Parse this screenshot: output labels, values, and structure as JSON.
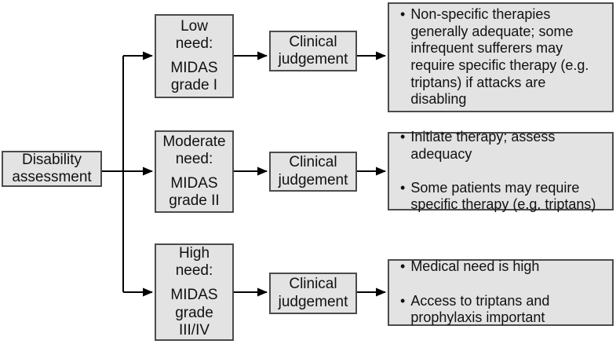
{
  "colors": {
    "background": "#ffffff",
    "box_fill": "#e3e3e3",
    "box_border": "#4b4b4b",
    "line": "#000000",
    "text": "#111111"
  },
  "glyphs": {
    "bullet": "•"
  },
  "root": {
    "label": "Disability\nassessment"
  },
  "rows": [
    {
      "need": "Low\nneed:",
      "grade": "MIDAS\ngrade I",
      "judgement": "Clinical\njudgement",
      "outcomes": [
        "Non-specific therapies\ngenerally adequate; some\ninfrequent sufferers may\nrequire specific therapy (e.g.\ntriptans) if attacks are\ndisabling"
      ]
    },
    {
      "need": "Moderate\nneed:",
      "grade": "MIDAS\ngrade II",
      "judgement": "Clinical\njudgement",
      "outcomes": [
        "Initiate therapy; assess\nadequacy",
        "Some patients may require\nspecific therapy (e.g. triptans)"
      ]
    },
    {
      "need": "High\nneed:",
      "grade": "MIDAS\ngrade\nIII/IV",
      "judgement": "Clinical\njudgement",
      "outcomes": [
        "Medical need is high",
        "Access to triptans and\nprophylaxis important"
      ]
    }
  ]
}
